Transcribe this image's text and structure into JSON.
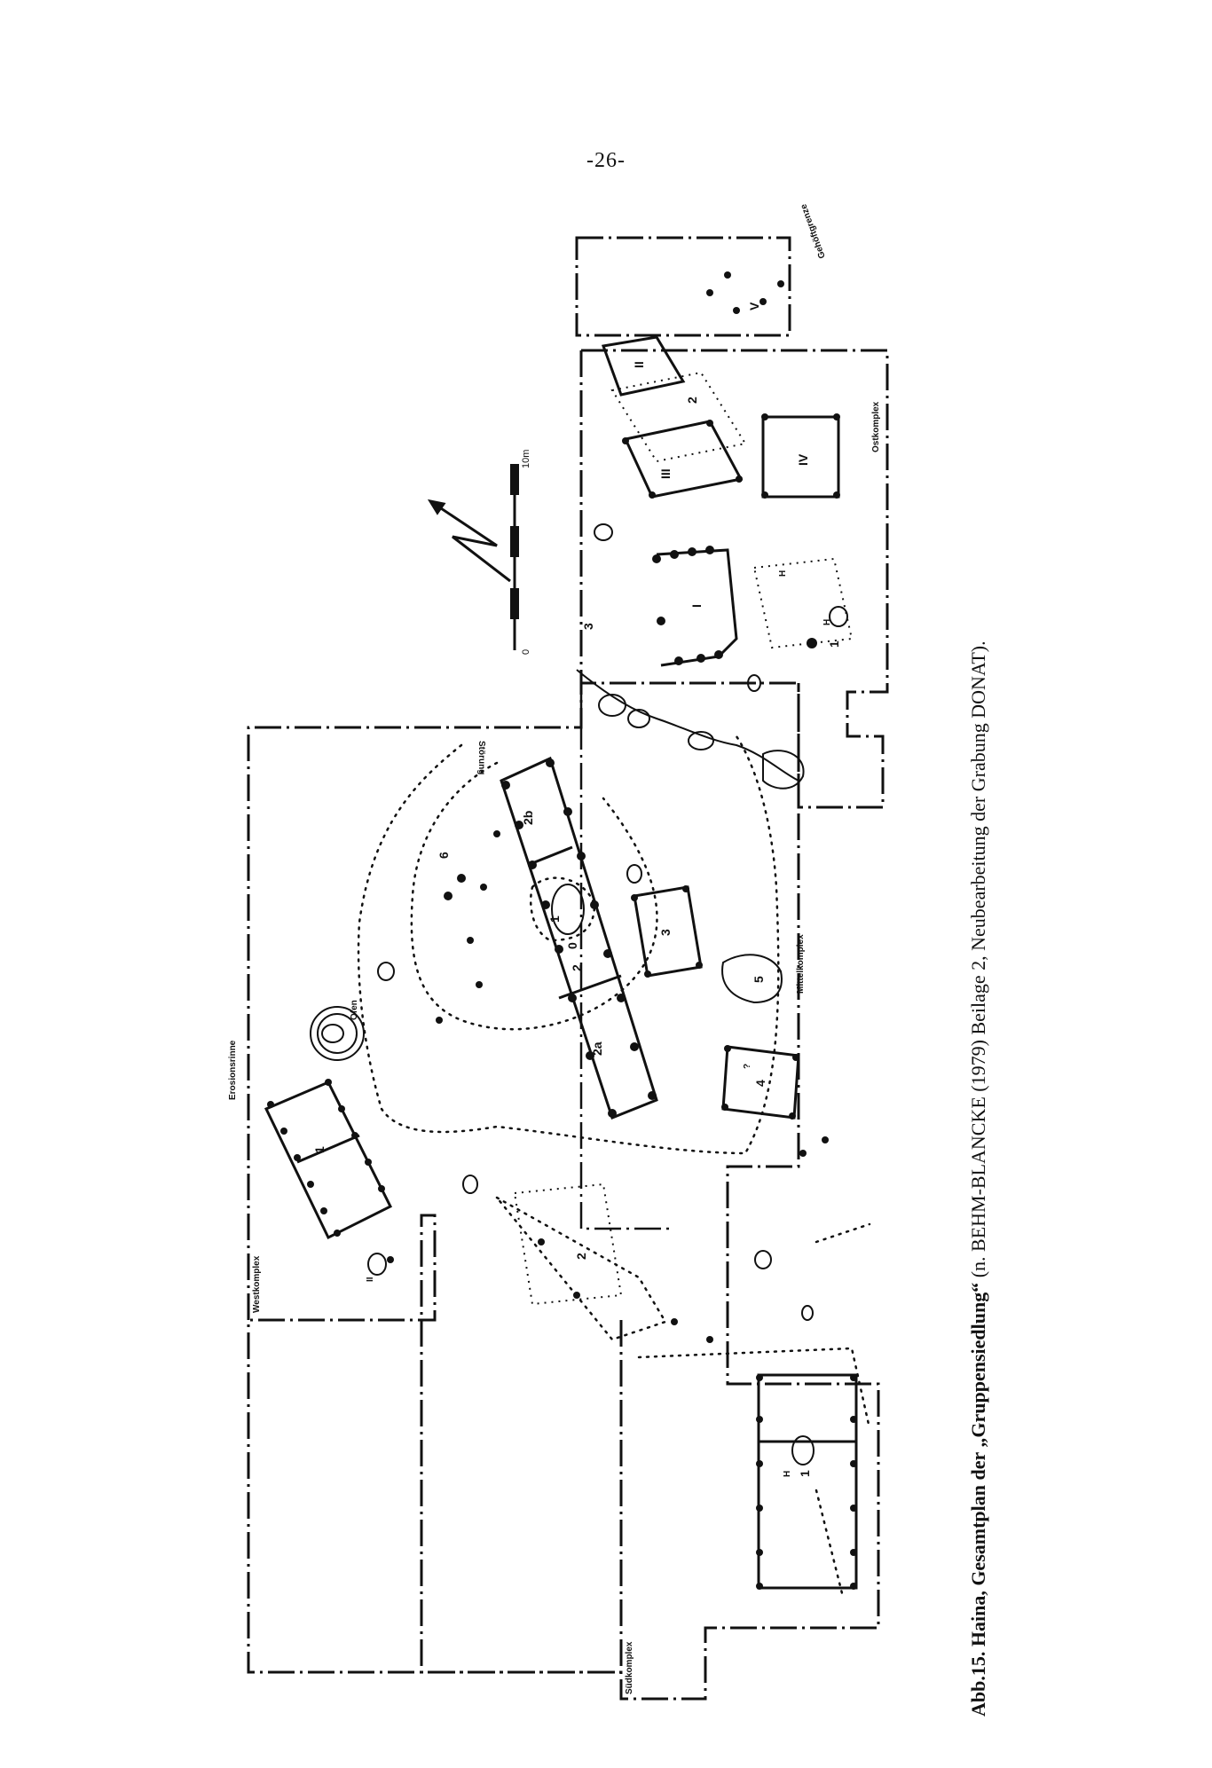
{
  "page_number": "-26-",
  "caption": {
    "figure_label": "Abb.15. Haina, Gesamtplan der „Gruppensiedlung“",
    "rest": " (n. BEHM-BLANCKE (1979) Beilage 2,  Neubearbeitung der Grabung DONAT)."
  },
  "plan": {
    "complex_labels": {
      "west": "Westkomplex",
      "south": "Südkomplex",
      "middle": "Mittelkomplex",
      "east": "Ostkomplex"
    },
    "feature_labels": {
      "erosion": "Erosionsrinne",
      "oven": "Ofen",
      "cut": "Störung",
      "boundary": "Gehöftgrenze"
    },
    "scale": {
      "start": "0",
      "end": "10m"
    },
    "house_numbers": {
      "west_1": "1",
      "west_2": "2",
      "mid_2a": "2a",
      "mid_2": "2",
      "mid_2b": "2b",
      "mid_3": "3",
      "mid_4": "4",
      "mid_5": "5",
      "mid_6": "6",
      "mid_1": "1",
      "mid_0": "0",
      "east_1": "1",
      "east_I": "I",
      "east_II": "II",
      "east_III": "III",
      "east_IV": "IV",
      "east_V": "V",
      "east_2": "2",
      "east_3": "3",
      "south_1": "1"
    },
    "small_marks": {
      "hearth": "H",
      "question": "?",
      "roman_two": "II"
    }
  }
}
